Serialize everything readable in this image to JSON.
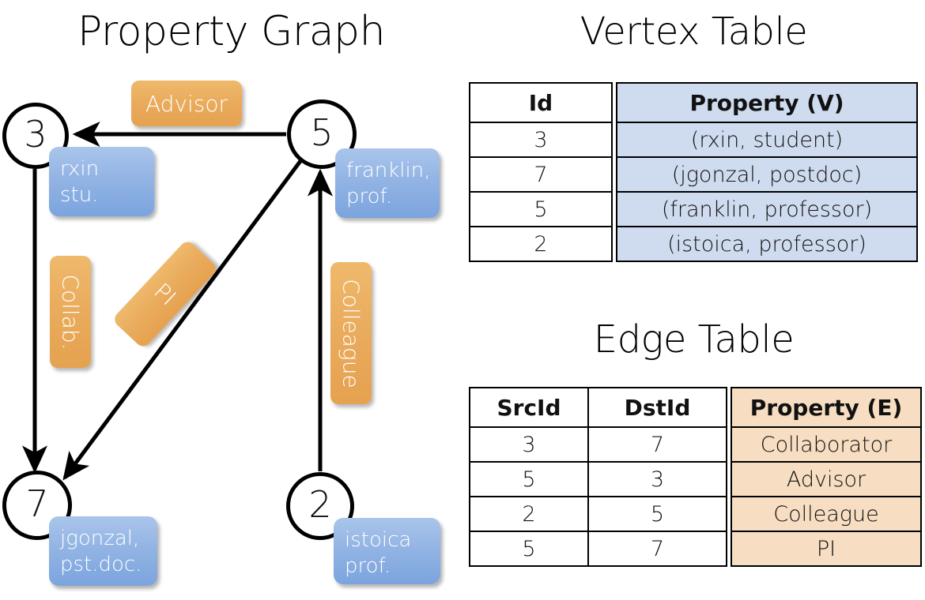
{
  "titles": {
    "property_graph": "Property Graph",
    "vertex_table": "Vertex Table",
    "edge_table": "Edge Table"
  },
  "graph": {
    "vertices": [
      {
        "id": "3",
        "property": "rxin\nstu.",
        "prop_line1": "rxin",
        "prop_line2": "stu."
      },
      {
        "id": "5",
        "property": "franklin, prof.",
        "prop_line1": "franklin,",
        "prop_line2": "prof."
      },
      {
        "id": "7",
        "property": "jgonzal, pst.doc.",
        "prop_line1": "jgonzal,",
        "prop_line2": "pst.doc."
      },
      {
        "id": "2",
        "property": "istoica prof.",
        "prop_line1": "istoica",
        "prop_line2": "prof."
      }
    ],
    "edge_labels": [
      {
        "name": "advisor",
        "text": "Advisor",
        "from": "5",
        "to": "3"
      },
      {
        "name": "collab",
        "text": "Collab.",
        "from": "3",
        "to": "7"
      },
      {
        "name": "pi",
        "text": "PI",
        "from": "5",
        "to": "7"
      },
      {
        "name": "colleague",
        "text": "Colleague",
        "from": "2",
        "to": "5"
      }
    ],
    "colors": {
      "vertex_box_top": "#a9c5ea",
      "vertex_box_bottom": "#7ba4de",
      "edge_label_top": "#efb96c",
      "edge_label_bottom": "#e5a250",
      "stroke": "#000000"
    }
  },
  "vertex_table": {
    "headers": [
      "Id",
      "Property (V)"
    ],
    "rows": [
      [
        "3",
        "(rxin, student)"
      ],
      [
        "7",
        "(jgonzal, postdoc)"
      ],
      [
        "5",
        "(franklin, professor)"
      ],
      [
        "2",
        "(istoica, professor)"
      ]
    ],
    "property_bg": "#cfdcef"
  },
  "edge_table": {
    "headers": [
      "SrcId",
      "DstId",
      "Property (E)"
    ],
    "rows": [
      [
        "3",
        "7",
        "Collaborator"
      ],
      [
        "5",
        "3",
        "Advisor"
      ],
      [
        "2",
        "5",
        "Colleague"
      ],
      [
        "5",
        "7",
        "PI"
      ]
    ],
    "property_bg": "#f7ddc2"
  }
}
